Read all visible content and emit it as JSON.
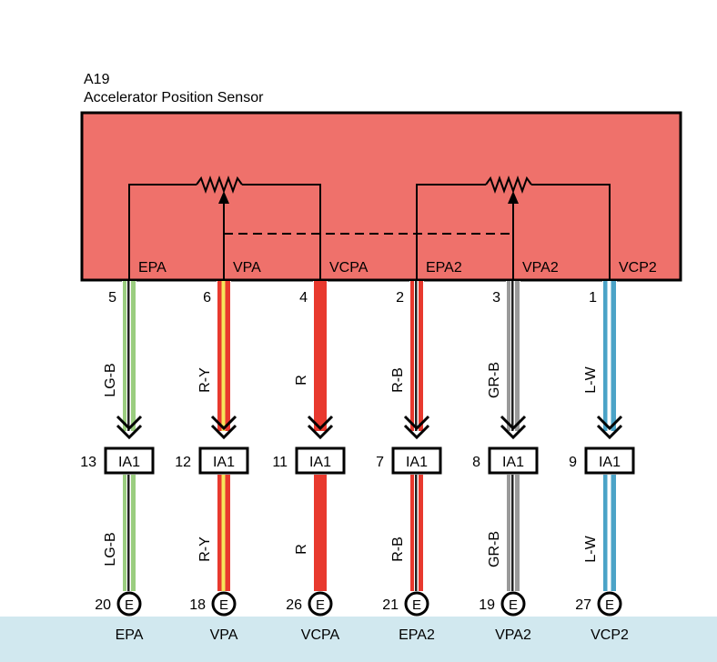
{
  "component": {
    "code": "A19",
    "name": "Accelerator Position Sensor",
    "body_color": "#EF716B",
    "ecm_bar_color": "#D1E8EF"
  },
  "connector_name": "IA1",
  "ground_symbol": "E",
  "circuits": [
    {
      "pin_label": "EPA",
      "sensor_pin": "5",
      "wire": "LG-B",
      "join_pin": "13",
      "ecm_pin": "20",
      "ecm_label": "EPA",
      "colors": [
        "#9ACD7F",
        "#222222"
      ]
    },
    {
      "pin_label": "VPA",
      "sensor_pin": "6",
      "wire": "R-Y",
      "join_pin": "12",
      "ecm_pin": "18",
      "ecm_label": "VPA",
      "colors": [
        "#E8392E",
        "#F6E55A"
      ]
    },
    {
      "pin_label": "VCPA",
      "sensor_pin": "4",
      "wire": "R",
      "join_pin": "11",
      "ecm_pin": "26",
      "ecm_label": "VCPA",
      "colors": [
        "#E8392E"
      ]
    },
    {
      "pin_label": "EPA2",
      "sensor_pin": "2",
      "wire": "R-B",
      "join_pin": "7",
      "ecm_pin": "21",
      "ecm_label": "EPA2",
      "colors": [
        "#E8392E",
        "#222222"
      ]
    },
    {
      "pin_label": "VPA2",
      "sensor_pin": "3",
      "wire": "GR-B",
      "join_pin": "8",
      "ecm_pin": "19",
      "ecm_label": "VPA2",
      "colors": [
        "#9A9A9A",
        "#222222"
      ]
    },
    {
      "pin_label": "VCP2",
      "sensor_pin": "1",
      "wire": "L-W",
      "join_pin": "9",
      "ecm_pin": "27",
      "ecm_label": "VCP2",
      "colors": [
        "#4BA3C7",
        "#FFFFFF"
      ]
    }
  ]
}
